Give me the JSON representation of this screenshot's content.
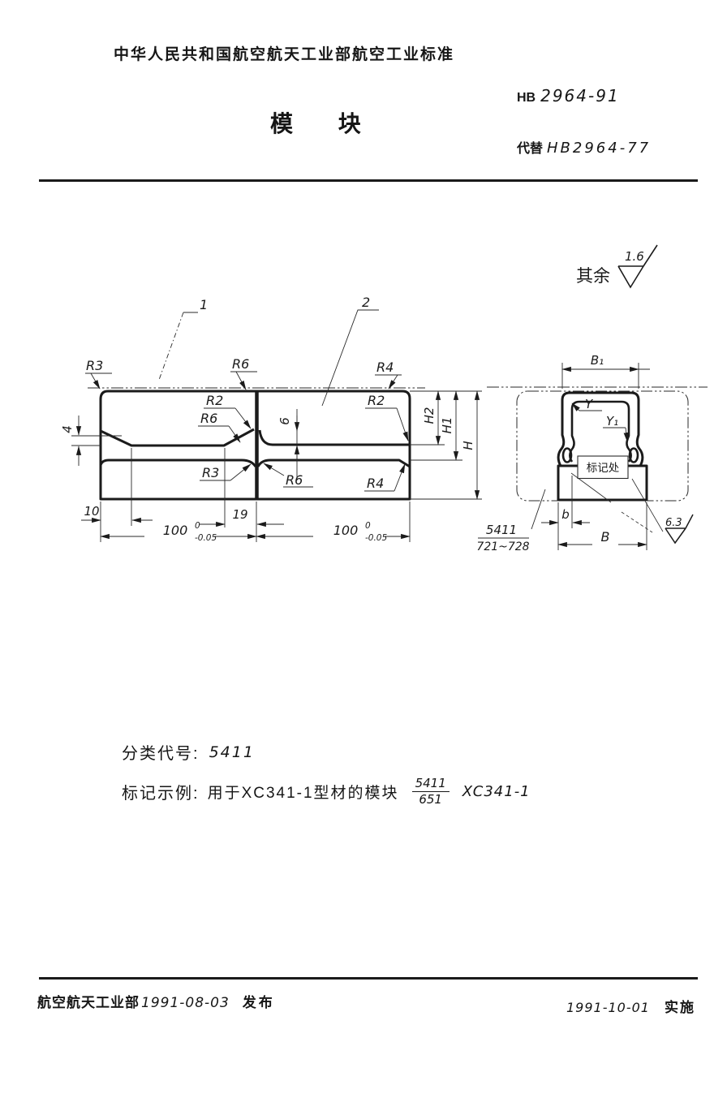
{
  "header": {
    "org_standard_line": "中华人民共和国航空航天工业部航空工业标准",
    "title": "模  块",
    "std_prefix": "HB",
    "std_number": "2964-91",
    "replace_prefix": "代替",
    "replace_number": "HB2964-77"
  },
  "surface_note": {
    "label": "其余",
    "roughness": "1.6"
  },
  "front_view": {
    "callout_1": "1",
    "callout_2": "2",
    "r3_top_left": "R3",
    "r6_top_center": "R6",
    "r4_top_right": "R4",
    "r2_left_block": "R2",
    "r6_left_block": "R6",
    "r2_right_block": "R2",
    "r3_band": "R3",
    "r6_band": "R6",
    "r4_band": "R4",
    "dim_4": "4",
    "dim_6": "6",
    "dim_10": "10",
    "dim_19": "19",
    "dim_h2": "H2",
    "dim_h1": "H1",
    "dim_h": "H",
    "dim_100_left": "100",
    "dim_100_right": "100",
    "tol_upper_left": "0",
    "tol_lower_left": "-0.05",
    "tol_upper_right": "0",
    "tol_lower_right": "-0.05"
  },
  "section_view": {
    "dim_b1": "B₁",
    "angle_y": "Y",
    "angle_y1": "Y₁",
    "mark_box": "标记处",
    "dim_b_small": "b",
    "dim_b_big": "B",
    "roughness": "6.3",
    "code_numerator": "5411",
    "code_denominator": "721~728"
  },
  "notes": {
    "class_code_label": "分类代号:",
    "class_code_value": "5411",
    "example_label": "标记示例:",
    "example_text": "用于XC341-1型材的模块",
    "example_frac_top": "5411",
    "example_frac_bottom": "651",
    "example_suffix": "XC341-1"
  },
  "footer": {
    "issuer": "航空航天工业部",
    "issue_date": "1991-08-03",
    "issue_label": "发布",
    "impl_date": "1991-10-01",
    "impl_label": "实施"
  }
}
